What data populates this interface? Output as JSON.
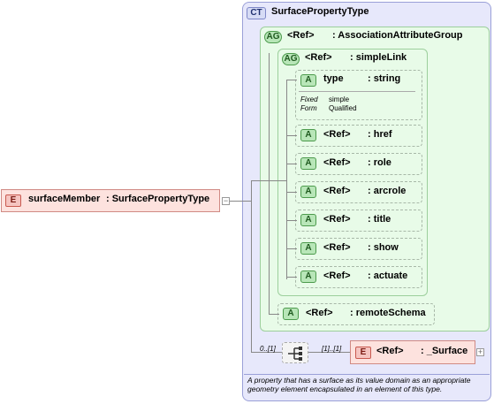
{
  "complex_type": {
    "tag": "CT",
    "name": "SurfacePropertyType"
  },
  "attr_group_outer": {
    "tag": "AG",
    "ref": "<Ref>",
    "name": ": AssociationAttributeGroup"
  },
  "attr_group_inner": {
    "tag": "AG",
    "ref": "<Ref>",
    "name": ": simpleLink"
  },
  "type_attr": {
    "tag": "A",
    "name": "type",
    "type": ": string",
    "fixed_label": "Fixed",
    "fixed_value": "simple",
    "form_label": "Form",
    "form_value": "Qualified"
  },
  "attributes": [
    {
      "tag": "A",
      "ref": "<Ref>",
      "name": ": href"
    },
    {
      "tag": "A",
      "ref": "<Ref>",
      "name": ": role"
    },
    {
      "tag": "A",
      "ref": "<Ref>",
      "name": ": arcrole"
    },
    {
      "tag": "A",
      "ref": "<Ref>",
      "name": ": title"
    },
    {
      "tag": "A",
      "ref": "<Ref>",
      "name": ": show"
    },
    {
      "tag": "A",
      "ref": "<Ref>",
      "name": ": actuate"
    }
  ],
  "remote_schema": {
    "tag": "A",
    "ref": "<Ref>",
    "name": ": remoteSchema"
  },
  "root_element": {
    "tag": "E",
    "name": "surfaceMember",
    "type": ": SurfacePropertyType"
  },
  "sequence": {
    "min_occurs": "0..[1]",
    "child_occurs": "[1]..[1]"
  },
  "surface_element": {
    "tag": "E",
    "ref": "<Ref>",
    "name": ": _Surface"
  },
  "description": "A property that has a surface as its value domain as an appropriate geometry element encapsulated in an element of this type."
}
